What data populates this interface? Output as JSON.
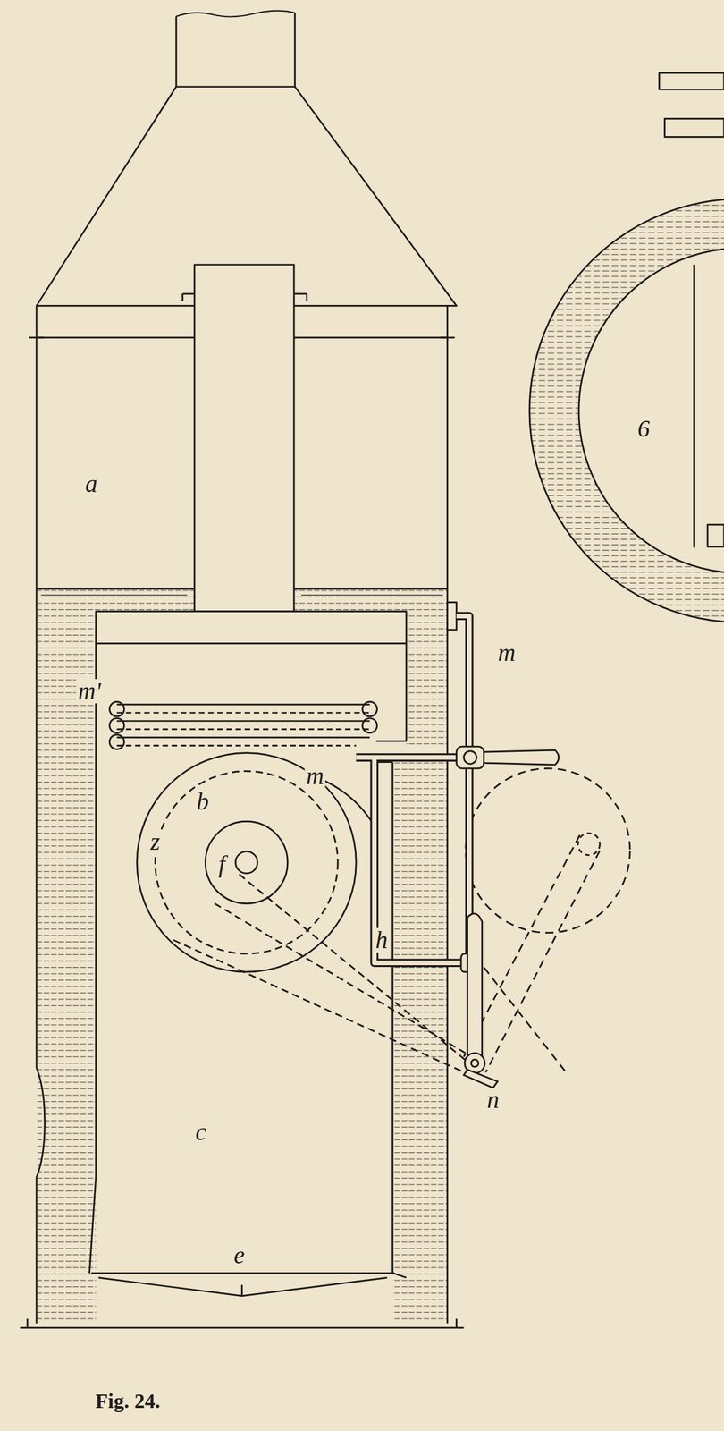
{
  "diagram": {
    "caption": "Fig. 24.",
    "labels": [
      "a",
      "6",
      "m",
      "m'",
      "m",
      "b",
      "z",
      "f",
      "h",
      "c",
      "n",
      "e"
    ]
  }
}
